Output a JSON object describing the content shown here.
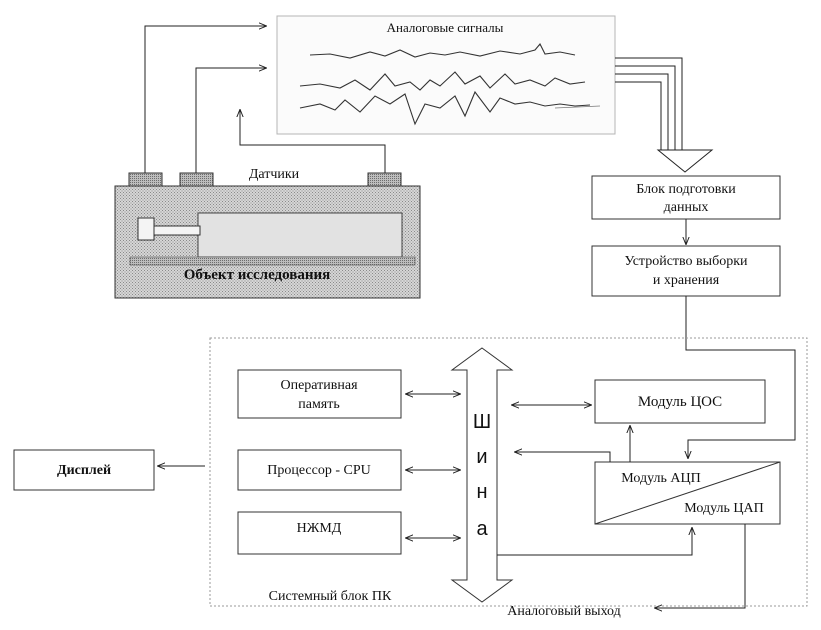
{
  "labels": {
    "analog_signals": "Аналоговые сигналы",
    "sensors": "Датчики",
    "research_object": "Объект исследования",
    "data_prep_line1": "Блок подготовки",
    "data_prep_line2": "данных",
    "sample_hold_line1": "Устройство выборки",
    "sample_hold_line2": "и хранения",
    "ram_line1": "Оперативная",
    "ram_line2": "память",
    "cpu": "Процессор - CPU",
    "hdd": "НЖМД",
    "display": "Дисплей",
    "bus_letters": [
      "Ш",
      "и",
      "н",
      "а"
    ],
    "dsp_module": "Модуль ЦОС",
    "adc_module": "Модуль АЦП",
    "dac_module": "Модуль ЦАП",
    "pc_system_unit": "Системный блок ПК",
    "analog_output": "Аналоговый выход"
  },
  "colors": {
    "line": "#222222",
    "panel_border": "#bbbbbb",
    "object_fill": "#cfcfcf",
    "sensor_fill": "#c4c4c4"
  }
}
